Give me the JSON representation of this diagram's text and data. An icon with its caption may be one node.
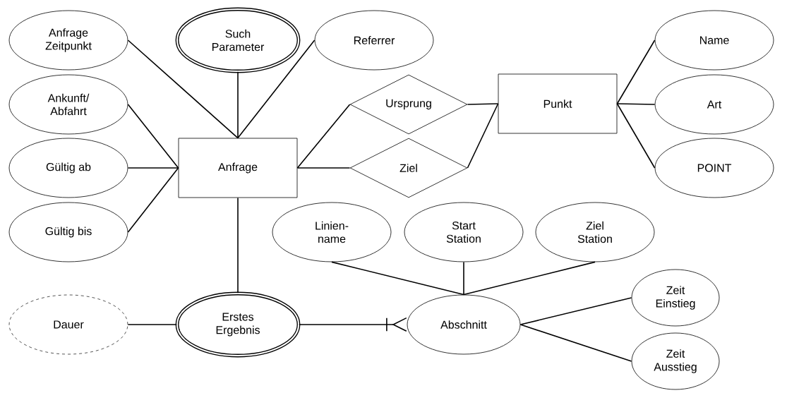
{
  "diagram": {
    "nodes": [
      {
        "text": [
          "Anfrage Zeitpunkt"
        ]
      },
      {
        "text": [
          "Such Parameter"
        ]
      },
      {
        "text": [
          "Referrer"
        ]
      },
      {
        "text": [
          "Ankunft/ Abfahrt"
        ]
      },
      {
        "text": [
          "Gültig ab"
        ]
      },
      {
        "text": [
          "Gültig bis"
        ]
      },
      {
        "text": [
          "Anfrage"
        ]
      },
      {
        "text": [
          "Ursprung"
        ]
      },
      {
        "text": [
          "Ziel"
        ]
      },
      {
        "text": [
          "Punkt"
        ]
      },
      {
        "text": [
          "Name"
        ]
      },
      {
        "text": [
          "Art"
        ]
      },
      {
        "text": [
          "POINT"
        ]
      },
      {
        "text": [
          "Linien-name"
        ]
      },
      {
        "text": [
          "Start Station"
        ]
      },
      {
        "text": [
          "Ziel Station"
        ]
      },
      {
        "text": [
          "Dauer"
        ]
      },
      {
        "text": [
          "Erstes Ergebnis"
        ]
      },
      {
        "text": [
          "Abschnitt"
        ]
      },
      {
        "text": [
          "Zeit Einstieg"
        ]
      },
      {
        "text": [
          "Zeit Ausstieg"
        ]
      }
    ],
    "edges": [
      {
        "from": 0,
        "to": 6,
        "arrow": "none"
      },
      {
        "from": 1,
        "to": 6,
        "arrow": "none"
      },
      {
        "from": 2,
        "to": 6,
        "arrow": "none"
      },
      {
        "from": 3,
        "to": 6,
        "arrow": "none"
      },
      {
        "from": 4,
        "to": 6,
        "arrow": "none"
      },
      {
        "from": 5,
        "to": 6,
        "arrow": "none"
      },
      {
        "from": 6,
        "to": 7,
        "arrow": "none"
      },
      {
        "from": 7,
        "to": 9,
        "arrow": "none"
      },
      {
        "from": 6,
        "to": 8,
        "arrow": "none"
      },
      {
        "from": 8,
        "to": 9,
        "arrow": "none"
      },
      {
        "from": 9,
        "to": 10,
        "arrow": "none"
      },
      {
        "from": 9,
        "to": 11,
        "arrow": "none"
      },
      {
        "from": 9,
        "to": 12,
        "arrow": "none"
      },
      {
        "from": 6,
        "to": 17,
        "arrow": "none"
      },
      {
        "from": 17,
        "to": 16,
        "arrow": "none"
      },
      {
        "from": 17,
        "to": 18,
        "arrow": "other"
      },
      {
        "from": 13,
        "to": 18,
        "arrow": "none"
      },
      {
        "from": 14,
        "to": 18,
        "arrow": "none"
      },
      {
        "from": 15,
        "to": 18,
        "arrow": "none"
      },
      {
        "from": 18,
        "to": 19,
        "arrow": "none"
      },
      {
        "from": 18,
        "to": 20,
        "arrow": "none"
      }
    ]
  }
}
